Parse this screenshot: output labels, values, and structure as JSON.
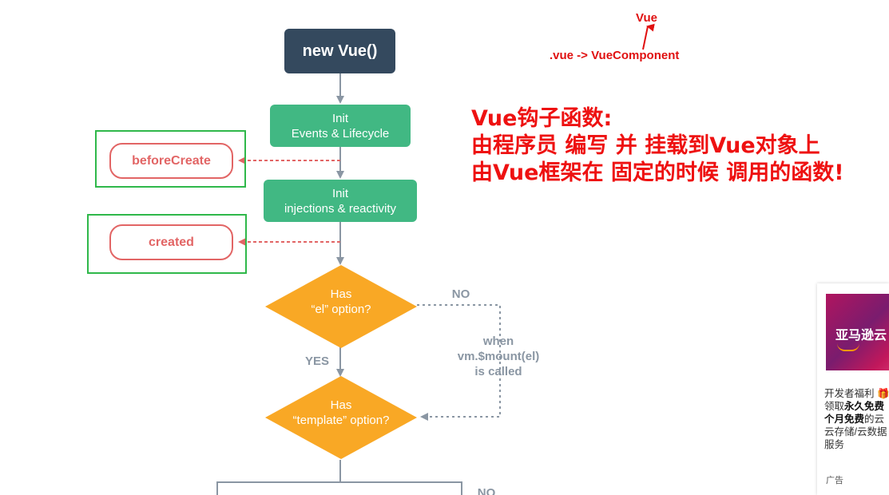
{
  "nodes": {
    "new_vue": "new Vue()",
    "init_events": [
      "Init",
      "Events & Lifecycle"
    ],
    "init_injections": [
      "Init",
      "injections & reactivity"
    ],
    "has_el": [
      "Has",
      "“el” option?"
    ],
    "has_template": [
      "Has",
      "“template” option?"
    ]
  },
  "hooks": {
    "before_create": "beforeCreate",
    "created": "created"
  },
  "labels": {
    "no_1": "NO",
    "yes": "YES",
    "when": [
      "when",
      "vm.$mount(el)",
      "is called"
    ],
    "no_2": "NO"
  },
  "annotations": {
    "top_vue": "Vue",
    "top_line": ".vue ->  VueComponent",
    "note": [
      "Vue钩子函数:",
      "由程序员 编写 并 挂载到Vue对象上",
      "由Vue框架在 固定的时候 调用的函数!"
    ]
  },
  "ad": {
    "image_text": "亚马逊云",
    "line1_a": "开发者福利 ",
    "line2_a": "领取",
    "line2_b": "永久免费",
    "line3_b": "个月免费",
    "line3_a": "的云",
    "line4": "云存储/云数据",
    "line5": "服务",
    "label": "广告"
  },
  "colors": {
    "dark_box": "#34495e",
    "green_box": "#41b883",
    "diamond": "#f9a825",
    "hook_red": "#e26565",
    "outline_green": "#2fb84a",
    "annotation_red": "#ee1111",
    "connector_gray": "#8a96a3"
  }
}
